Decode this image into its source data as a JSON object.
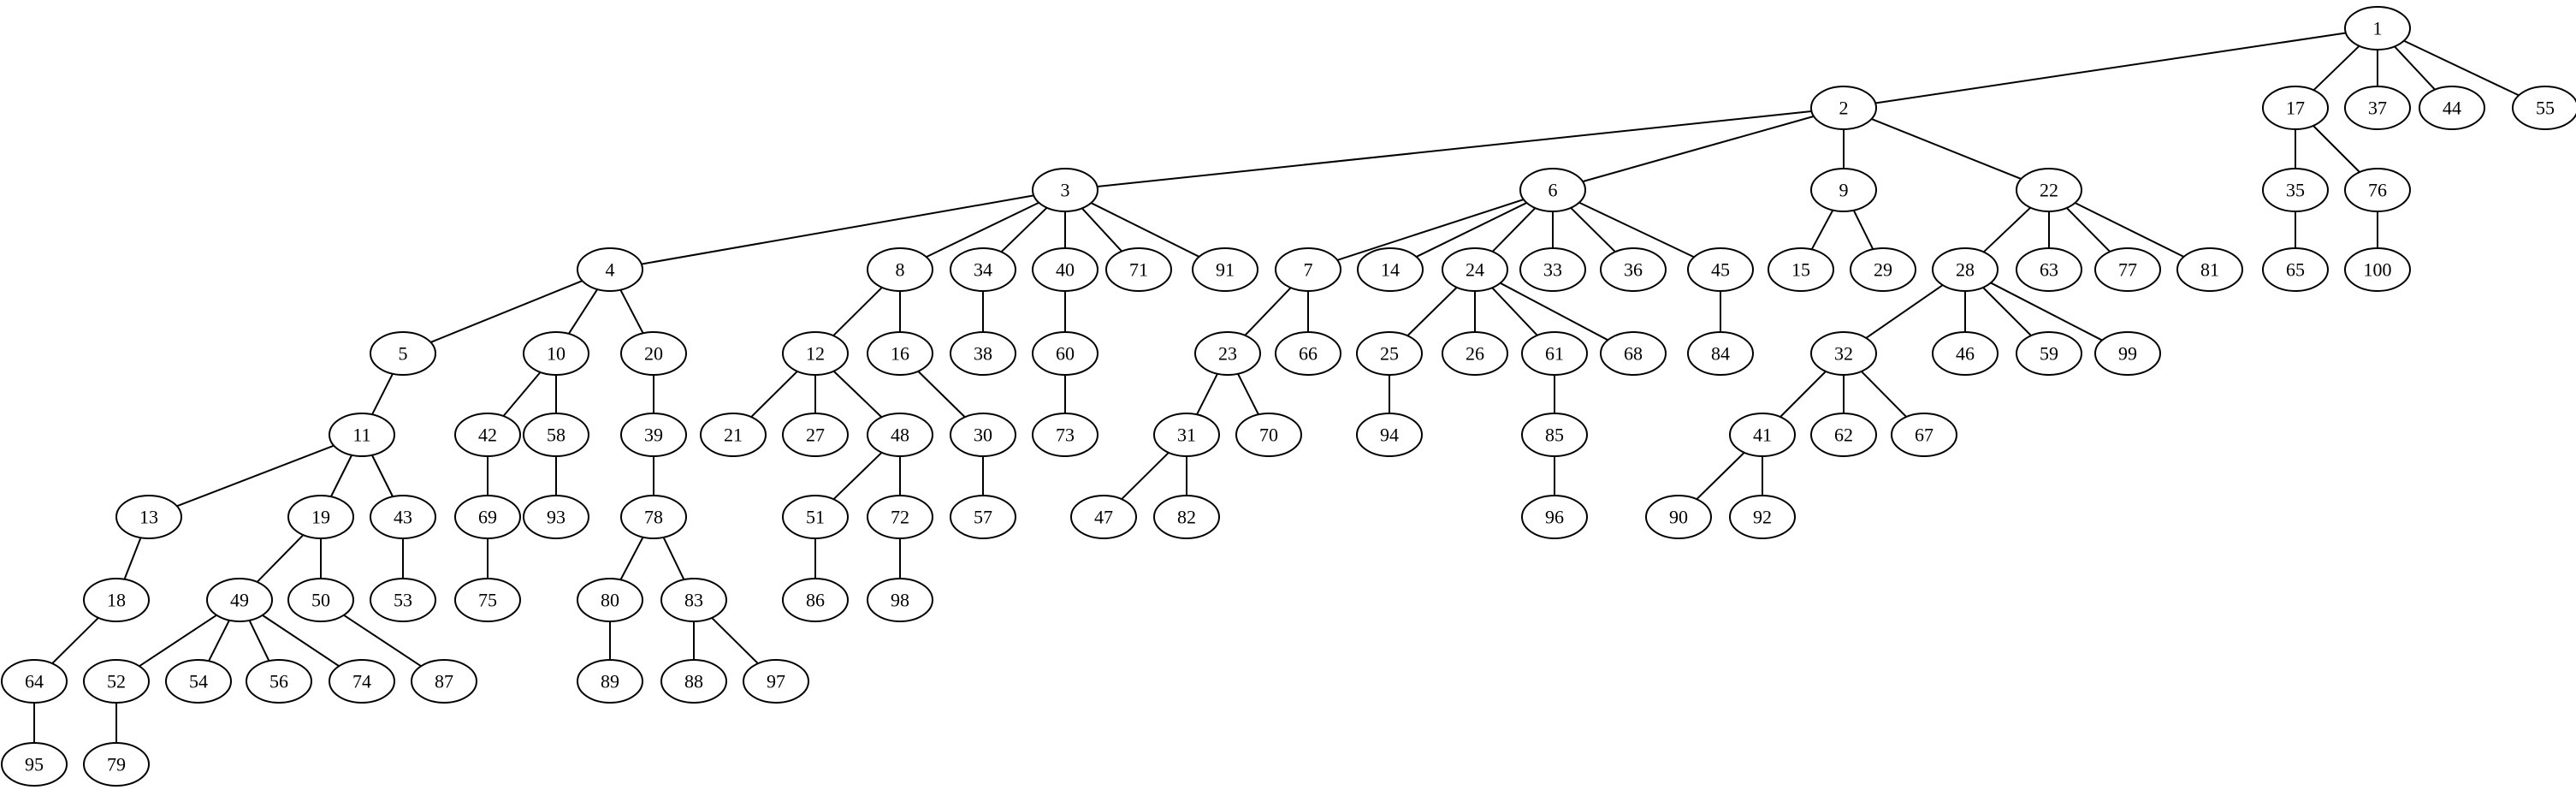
{
  "nodes": [
    "1",
    "2",
    "3",
    "4",
    "5",
    "6",
    "7",
    "8",
    "9",
    "10",
    "11",
    "12",
    "13",
    "14",
    "15",
    "16",
    "17",
    "18",
    "19",
    "20",
    "21",
    "22",
    "23",
    "24",
    "25",
    "26",
    "27",
    "28",
    "29",
    "30",
    "31",
    "32",
    "33",
    "34",
    "35",
    "36",
    "37",
    "38",
    "39",
    "40",
    "41",
    "42",
    "43",
    "44",
    "45",
    "46",
    "47",
    "48",
    "49",
    "50",
    "51",
    "52",
    "53",
    "54",
    "55",
    "56",
    "57",
    "58",
    "59",
    "60",
    "61",
    "62",
    "63",
    "64",
    "65",
    "66",
    "67",
    "68",
    "69",
    "70",
    "71",
    "72",
    "73",
    "74",
    "75",
    "76",
    "77",
    "78",
    "79",
    "80",
    "81",
    "82",
    "83",
    "84",
    "85",
    "86",
    "87",
    "88",
    "89",
    "90",
    "91",
    "92",
    "93",
    "94",
    "95",
    "96",
    "97",
    "98",
    "99",
    "100"
  ],
  "edges": [
    [
      "1",
      "2"
    ],
    [
      "1",
      "17"
    ],
    [
      "1",
      "37"
    ],
    [
      "1",
      "44"
    ],
    [
      "1",
      "55"
    ],
    [
      "2",
      "3"
    ],
    [
      "2",
      "6"
    ],
    [
      "2",
      "9"
    ],
    [
      "2",
      "22"
    ],
    [
      "3",
      "4"
    ],
    [
      "3",
      "8"
    ],
    [
      "3",
      "34"
    ],
    [
      "3",
      "40"
    ],
    [
      "3",
      "71"
    ],
    [
      "3",
      "91"
    ],
    [
      "4",
      "5"
    ],
    [
      "4",
      "10"
    ],
    [
      "4",
      "20"
    ],
    [
      "5",
      "11"
    ],
    [
      "6",
      "7"
    ],
    [
      "6",
      "14"
    ],
    [
      "6",
      "24"
    ],
    [
      "6",
      "33"
    ],
    [
      "6",
      "36"
    ],
    [
      "6",
      "45"
    ],
    [
      "7",
      "23"
    ],
    [
      "7",
      "66"
    ],
    [
      "8",
      "12"
    ],
    [
      "8",
      "16"
    ],
    [
      "9",
      "15"
    ],
    [
      "9",
      "29"
    ],
    [
      "10",
      "42"
    ],
    [
      "10",
      "58"
    ],
    [
      "11",
      "13"
    ],
    [
      "11",
      "19"
    ],
    [
      "11",
      "43"
    ],
    [
      "12",
      "21"
    ],
    [
      "12",
      "27"
    ],
    [
      "12",
      "48"
    ],
    [
      "13",
      "18"
    ],
    [
      "16",
      "30"
    ],
    [
      "17",
      "35"
    ],
    [
      "17",
      "76"
    ],
    [
      "18",
      "64"
    ],
    [
      "19",
      "49"
    ],
    [
      "19",
      "50"
    ],
    [
      "20",
      "39"
    ],
    [
      "22",
      "28"
    ],
    [
      "22",
      "63"
    ],
    [
      "22",
      "77"
    ],
    [
      "22",
      "81"
    ],
    [
      "23",
      "31"
    ],
    [
      "23",
      "70"
    ],
    [
      "24",
      "25"
    ],
    [
      "24",
      "26"
    ],
    [
      "24",
      "61"
    ],
    [
      "24",
      "68"
    ],
    [
      "25",
      "94"
    ],
    [
      "28",
      "32"
    ],
    [
      "28",
      "46"
    ],
    [
      "28",
      "59"
    ],
    [
      "28",
      "99"
    ],
    [
      "30",
      "57"
    ],
    [
      "31",
      "47"
    ],
    [
      "31",
      "82"
    ],
    [
      "32",
      "41"
    ],
    [
      "32",
      "62"
    ],
    [
      "32",
      "67"
    ],
    [
      "34",
      "38"
    ],
    [
      "35",
      "65"
    ],
    [
      "39",
      "78"
    ],
    [
      "40",
      "60"
    ],
    [
      "41",
      "90"
    ],
    [
      "41",
      "92"
    ],
    [
      "42",
      "69"
    ],
    [
      "43",
      "53"
    ],
    [
      "45",
      "84"
    ],
    [
      "48",
      "51"
    ],
    [
      "48",
      "72"
    ],
    [
      "49",
      "52"
    ],
    [
      "49",
      "54"
    ],
    [
      "49",
      "56"
    ],
    [
      "49",
      "74"
    ],
    [
      "50",
      "87"
    ],
    [
      "51",
      "86"
    ],
    [
      "52",
      "79"
    ],
    [
      "58",
      "93"
    ],
    [
      "60",
      "73"
    ],
    [
      "61",
      "85"
    ],
    [
      "64",
      "95"
    ],
    [
      "69",
      "75"
    ],
    [
      "72",
      "98"
    ],
    [
      "76",
      "100"
    ],
    [
      "78",
      "80"
    ],
    [
      "78",
      "83"
    ],
    [
      "80",
      "89"
    ],
    [
      "83",
      "88"
    ],
    [
      "83",
      "97"
    ],
    [
      "85",
      "96"
    ]
  ]
}
